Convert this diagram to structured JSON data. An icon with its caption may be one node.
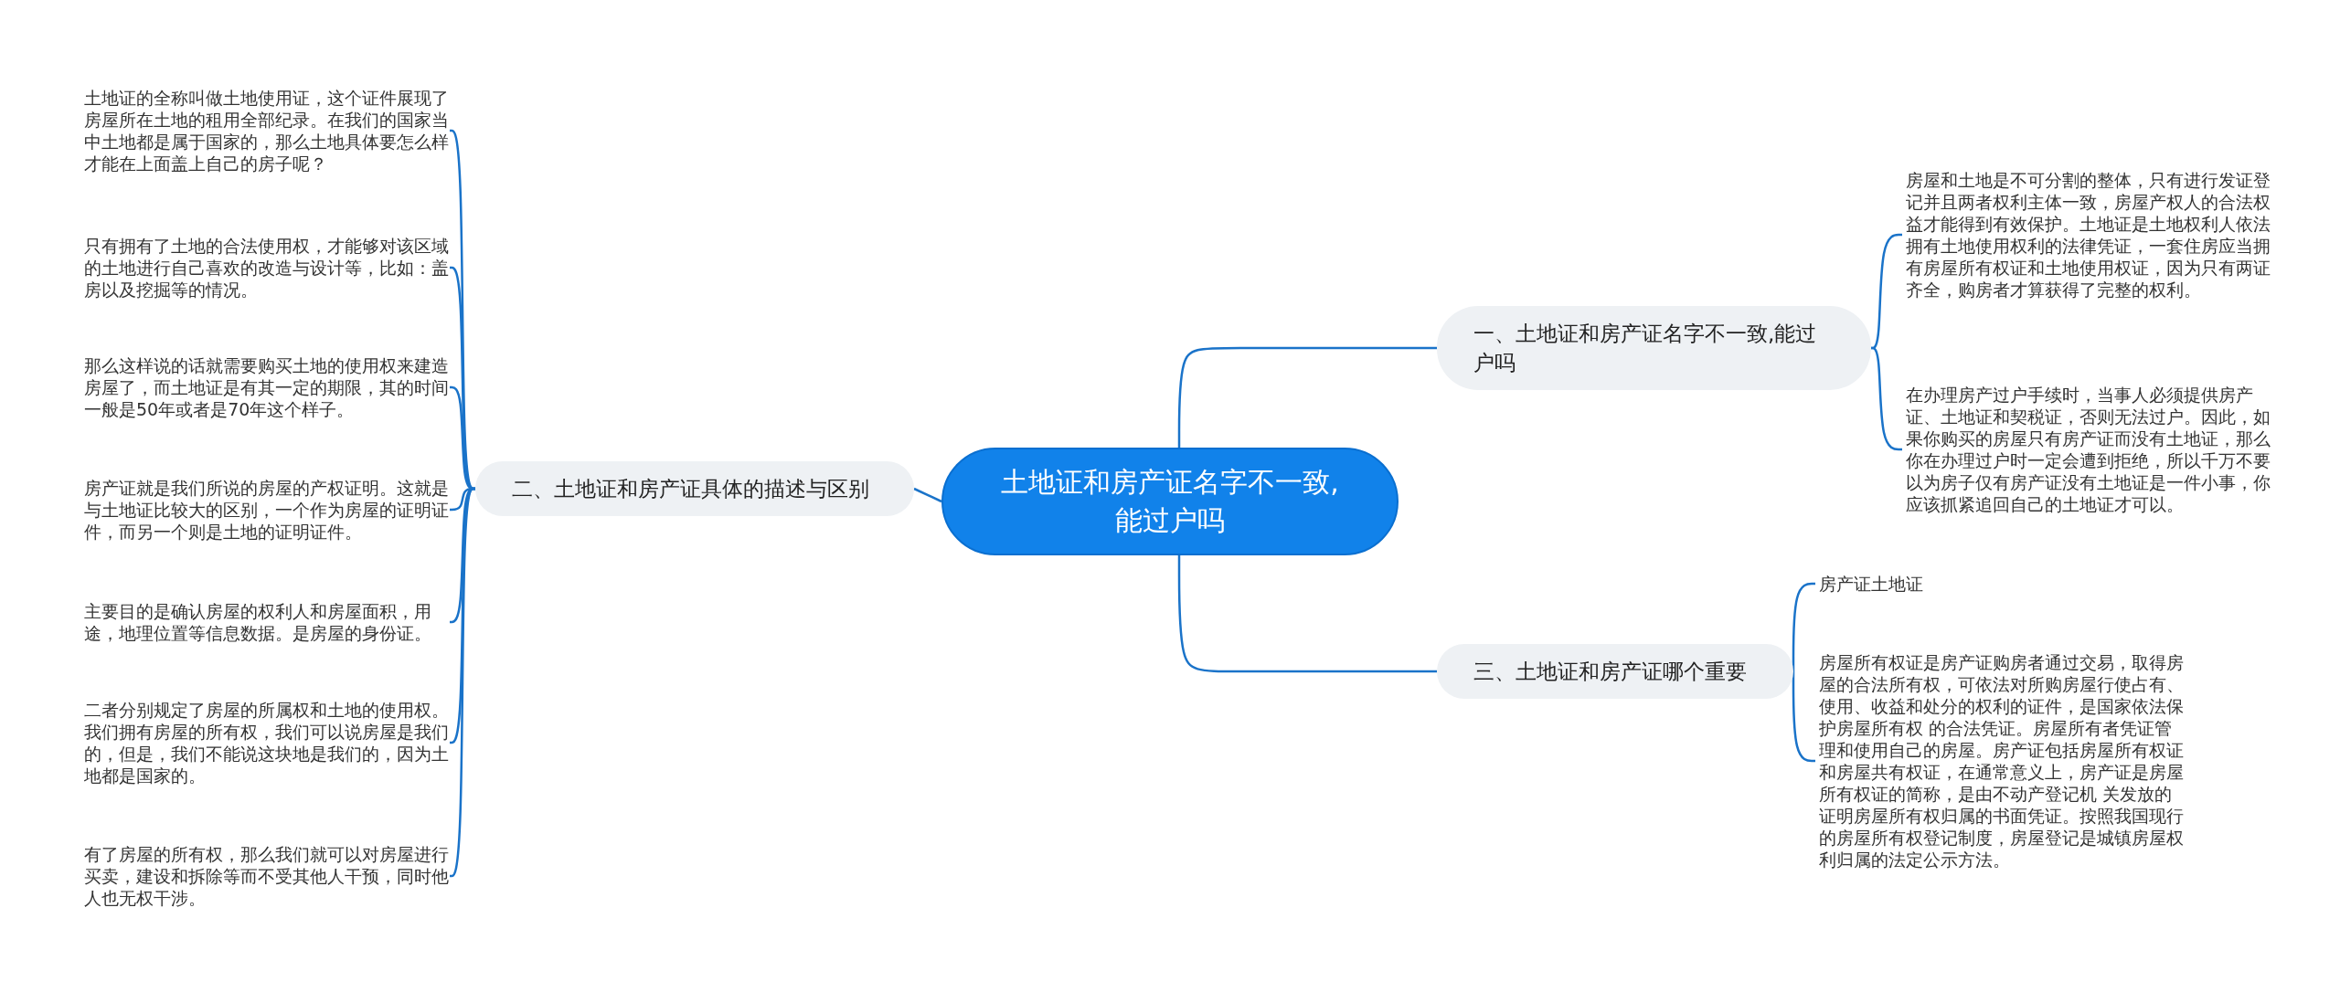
{
  "diagram": {
    "nodes": [
      {
        "text": [
          "土地证和房产证名字不一致,能过户吗"
        ]
      },
      {
        "text": [
          "一、土地证和房产证名字不一致,能过户吗"
        ]
      },
      {
        "text": [
          "房屋和土地是不可分割的整体，只有进行发证登记并且两者权利主体一致，房屋产权人的合法权益才能得到有效保护。土地证是土地权利人依法拥有土地使用权利的法律凭证，一套住房应当拥有房屋所有权证和土地使用权证，因为只有两证齐全，购房者才算获得了完整的权利。"
        ]
      },
      {
        "text": [
          "在办理房产过户手续时，当事人必须提供房产证、土地证和契税证，否则无法过户。因此，如果你购买的房屋只有房产证而没有土地证，那么你在办理过户时一定会遭到拒绝，所以千万不要以为房子仅有房产证没有土地证是一件小事，你应该抓紧追回自己的土地证才可以。"
        ]
      },
      {
        "text": [
          "二、土地证和房产证具体的描述与区别"
        ]
      },
      {
        "text": [
          "土地证的全称叫做土地使用证，这个证件展现了房屋所在土地的租用全部纪录。在我们的国家当中土地都是属于国家的，那么土地具体要怎么样才能在上面盖上自己的房子呢？"
        ]
      },
      {
        "text": [
          "只有拥有了土地的合法使用权，才能够对该区域的土地进行自己喜欢的改造与设计等，比如：盖房以及挖掘等的情况。"
        ]
      },
      {
        "text": [
          "那么这样说的话就需要购买土地的使用权来建造房屋了，而土地证是有其一定的期限，其的时间一般是50年或者是70年这个样子。"
        ]
      },
      {
        "text": [
          "房产证就是我们所说的房屋的产权证明。这就是与土地证比较大的区别，一个作为房屋的证明证件，而另一个则是土地的证明证件。"
        ]
      },
      {
        "text": [
          "主要目的是确认房屋的权利人和房屋面积，用途，地理位置等信息数据。是房屋的身份证。"
        ]
      },
      {
        "text": [
          "二者分别规定了房屋的所属权和土地的使用权。我们拥有房屋的所有权，我们可以说房屋是我们的，但是，我们不能说这块地是我们的，因为土地都是国家的。"
        ]
      },
      {
        "text": [
          "有了房屋的所有权，那么我们就可以对房屋进行买卖，建设和拆除等而不受其他人干预，同时他人也无权干涉。"
        ]
      },
      {
        "text": [
          "三、土地证和房产证哪个重要"
        ]
      },
      {
        "text": [
          "房产证土地证"
        ]
      },
      {
        "text": [
          "房屋所有权证是房产证购房者通过交易，取得房屋的合法所有权，可依法对所购房屋行使占有、使用、收益和处分的权利的证件，是国家依法保护房屋所有权 的合法凭证。房屋所有者凭证管理和使用自己的房屋。房产证包括房屋所有权证和房屋共有权证，在通常意义上，房产证是房屋所有权证的简称，是由不动产登记机 关发放的证明房屋所有权归属的书面凭证。按照我国现行的房屋所有权登记制度，房屋登记是城镇房屋权利归属的法定公示方法。"
        ]
      }
    ],
    "edges": [
      {
        "from": 0,
        "to": 1,
        "arrow": "none"
      },
      {
        "from": 1,
        "to": 2,
        "arrow": "none"
      },
      {
        "from": 1,
        "to": 3,
        "arrow": "none"
      },
      {
        "from": 0,
        "to": 4,
        "arrow": "none"
      },
      {
        "from": 4,
        "to": 5,
        "arrow": "none"
      },
      {
        "from": 4,
        "to": 6,
        "arrow": "none"
      },
      {
        "from": 4,
        "to": 7,
        "arrow": "none"
      },
      {
        "from": 4,
        "to": 8,
        "arrow": "none"
      },
      {
        "from": 4,
        "to": 9,
        "arrow": "none"
      },
      {
        "from": 4,
        "to": 10,
        "arrow": "none"
      },
      {
        "from": 4,
        "to": 11,
        "arrow": "none"
      },
      {
        "from": 0,
        "to": 12,
        "arrow": "none"
      },
      {
        "from": 12,
        "to": 13,
        "arrow": "none"
      },
      {
        "from": 12,
        "to": 14,
        "arrow": "none"
      }
    ]
  }
}
